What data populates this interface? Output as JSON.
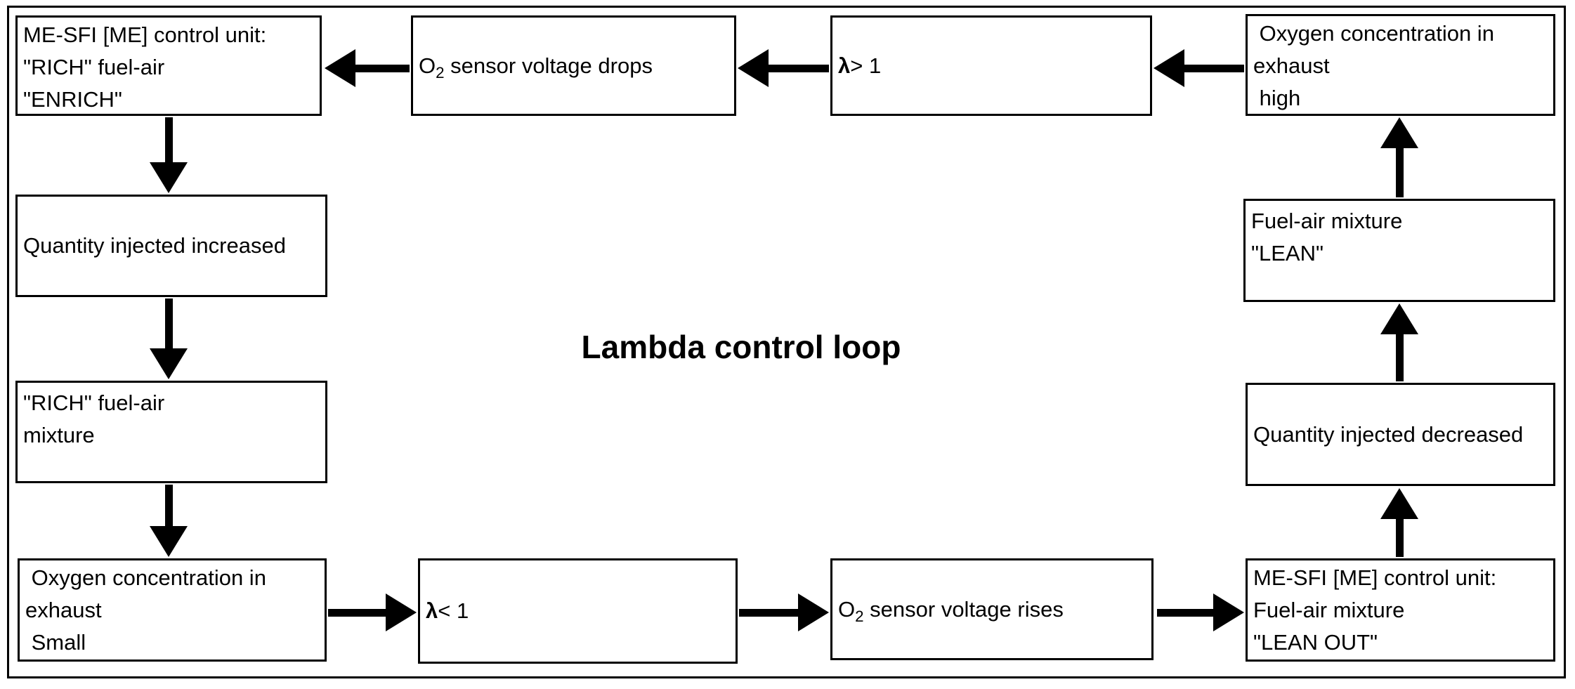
{
  "title": "Lambda control loop",
  "colors": {
    "foreground": "#000000",
    "background": "#ffffff"
  },
  "nodes": {
    "me_sfi_enrich": {
      "lines": [
        "ME-SFI [ME] control unit:",
        "\"RICH\" fuel-air",
        "\"ENRICH\""
      ]
    },
    "o2_drops": {
      "prefix": "O",
      "sub": "2",
      "rest": " sensor voltage drops"
    },
    "lambda_gt": {
      "symbol": "λ",
      "rest": "> 1"
    },
    "oxygen_high": {
      "lines": [
        " Oxygen concentration in",
        "exhaust",
        " high"
      ]
    },
    "quantity_increased": {
      "label": "Quantity injected increased"
    },
    "rich_mixture": {
      "lines": [
        "\"RICH\" fuel-air",
        "mixture"
      ]
    },
    "oxygen_small": {
      "lines": [
        " Oxygen concentration in",
        "exhaust",
        " Small"
      ]
    },
    "lambda_lt": {
      "symbol": "λ",
      "rest": "< 1"
    },
    "o2_rises": {
      "prefix": "O",
      "sub": "2",
      "rest": " sensor voltage rises"
    },
    "me_sfi_lean_out": {
      "lines": [
        "ME-SFI [ME] control unit:",
        "Fuel-air mixture",
        "\"LEAN OUT\""
      ]
    },
    "quantity_decreased": {
      "label": "Quantity injected decreased"
    },
    "lean_mixture": {
      "lines": [
        "Fuel-air mixture",
        "\"LEAN\""
      ]
    }
  }
}
